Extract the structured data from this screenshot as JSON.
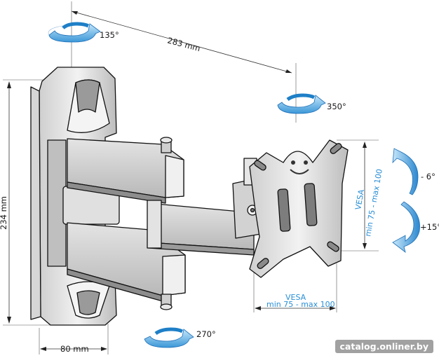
{
  "dimensions": {
    "arm_length": "283 mm",
    "height": "234 mm",
    "plate_width": "80 mm"
  },
  "rotations": {
    "wall_pivot": "135°",
    "head_swivel": "350°",
    "bottom_pivot": "270°",
    "tilt_up": "- 6°",
    "tilt_down": "+15°"
  },
  "vesa": {
    "vertical_title": "VESA",
    "vertical_range": "min 75 - max 100",
    "horizontal_title": "VESA",
    "horizontal_range": "min 75 - max 100"
  },
  "watermark": "catalog.onliner.by",
  "colors": {
    "arrow_light": "#a9d8f4",
    "arrow_dark": "#1e7fc7",
    "vesa_label": "#2a8fd6",
    "metal_light": "#ececec",
    "metal_mid": "#c6c6c6",
    "metal_dark": "#7a7a7a"
  }
}
